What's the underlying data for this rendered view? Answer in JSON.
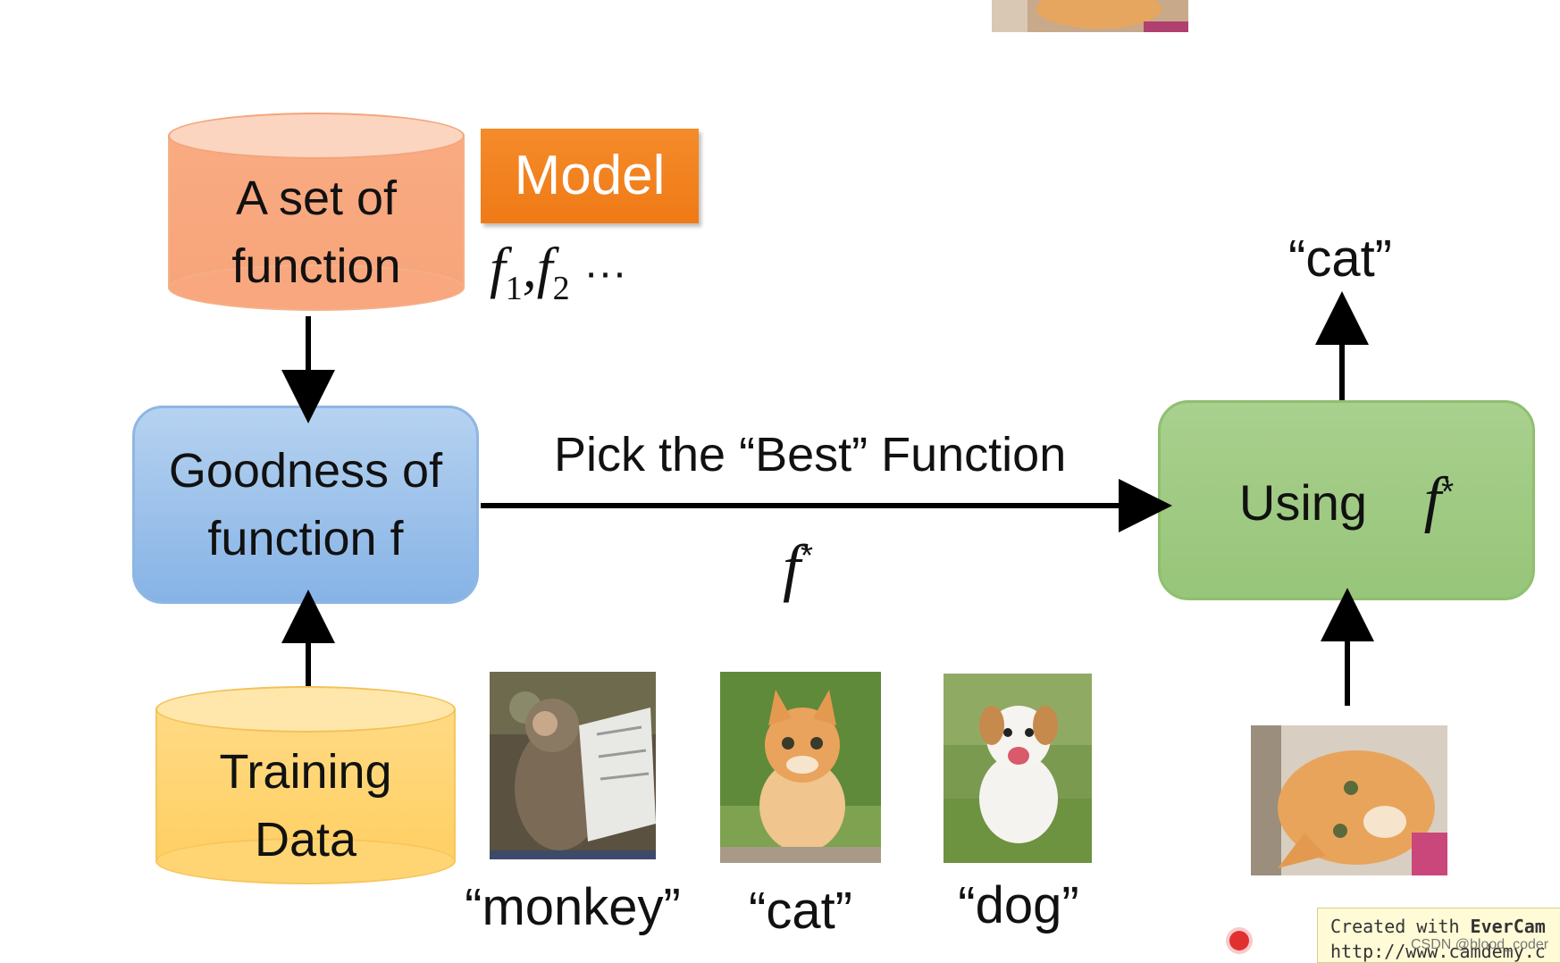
{
  "model_set": {
    "line1": "A set of",
    "line2": "function",
    "tag": "Model",
    "functions_f": "f",
    "functions_sub1": "1",
    "functions_comma": ",",
    "functions_f2": "f",
    "functions_sub2": "2",
    "functions_ellipsis": "···"
  },
  "goodness": {
    "line1": "Goodness of",
    "line2": "function f"
  },
  "training": {
    "line1": "Training",
    "line2": "Data"
  },
  "pick": {
    "label": "Pick the “Best” Function",
    "fstar": "f",
    "fstar_sup": "*"
  },
  "using": {
    "word": "Using",
    "f": "f",
    "sup": "*"
  },
  "output_label": "“cat”",
  "samples": [
    {
      "caption": "“monkey”"
    },
    {
      "caption": "“cat”"
    },
    {
      "caption": "“dog”"
    }
  ],
  "watermark": {
    "line1_prefix": "Created with ",
    "line1_brand": "EverCam",
    "line2": "http://www.camdemy.c",
    "credit": "CSDN @blood_coder"
  },
  "colors": {
    "model_orange": "#f07f1c",
    "set_cylinder": "#f8a77e",
    "goodness_box": "#9fc3ec",
    "using_box": "#a2cb86",
    "training_cylinder": "#ffd573"
  }
}
